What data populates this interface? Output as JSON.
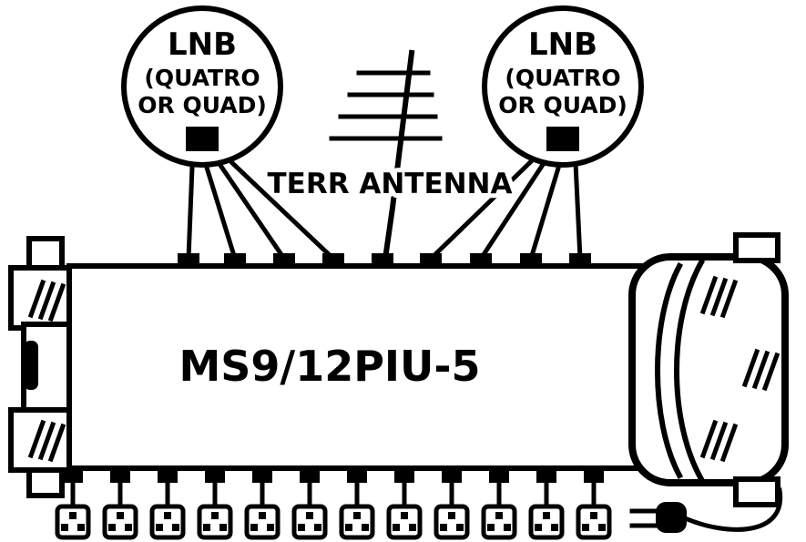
{
  "diagram": {
    "colors": {
      "line": "#000000",
      "background": "#ffffff"
    },
    "lnb_left": {
      "title": "LNB",
      "sub1": "(QUATRO",
      "sub2": "OR QUAD)"
    },
    "lnb_right": {
      "title": "LNB",
      "sub1": "(QUATRO",
      "sub2": "OR QUAD)"
    },
    "antenna": {
      "label": "TERR ANTENNA"
    },
    "multiswitch": {
      "model": "MS9/12PIU-5",
      "top_inputs": 9,
      "bottom_outputs": 12,
      "wall_sockets": 12
    }
  }
}
